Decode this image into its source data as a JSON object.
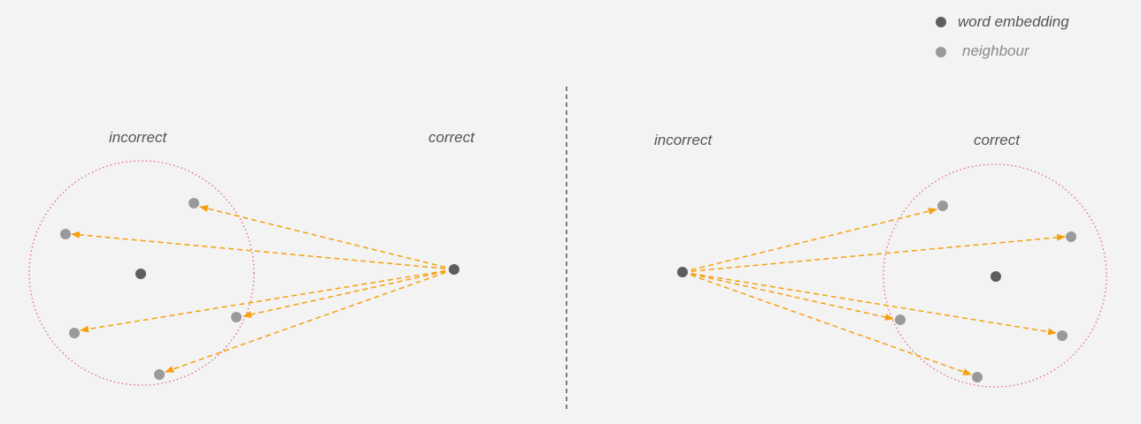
{
  "legend": {
    "word_embedding": {
      "label": "word embedding",
      "color": "#5e5e5e"
    },
    "neighbour": {
      "label": "neighbour",
      "color": "#9a9a9a"
    }
  },
  "colors": {
    "background": "#f3f3f3",
    "arrow": "#f5a00f",
    "circle": "#e06070",
    "divider": "#555555",
    "label": "#555555"
  },
  "panels": [
    {
      "name": "left",
      "labels": {
        "incorrect": "incorrect",
        "correct": "correct"
      },
      "arrows_point_to": "incorrect"
    },
    {
      "name": "right",
      "labels": {
        "incorrect": "incorrect",
        "correct": "correct"
      },
      "arrows_point_to": "correct"
    }
  ]
}
